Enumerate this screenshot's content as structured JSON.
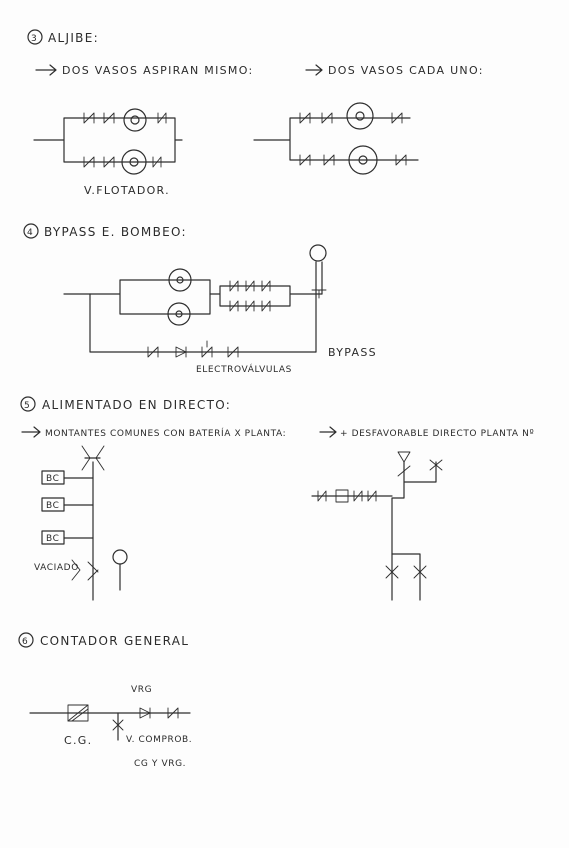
{
  "sections": [
    {
      "id": "aljibe",
      "number": "3",
      "title": "ALJIBE:",
      "left_caption": "DOS VASOS ASPIRAN MISMO:",
      "right_caption": "DOS VASOS CADA UNO:",
      "labels": {
        "float_valve": "V.FLOTADOR."
      }
    },
    {
      "id": "bypass",
      "number": "4",
      "title": "BYPASS E. BOMBEO:",
      "labels": {
        "bypass": "BYPASS",
        "solenoid": "ELECTROVÁLVULAS"
      }
    },
    {
      "id": "directo",
      "number": "5",
      "title": "ALIMENTADO EN DIRECTO:",
      "left_caption": "MONTANTES COMUNES CON BATERÍA X PLANTA:",
      "right_caption": "+ DESFAVORABLE DIRECTO PLANTA Nº",
      "labels": {
        "bc": "BC",
        "drain": "VACIADO"
      }
    },
    {
      "id": "contador",
      "number": "6",
      "title": "CONTADOR GENERAL",
      "labels": {
        "vrg": "VRG",
        "cg": "C.G.",
        "check": "V. COMPROB.",
        "cg_vrg": "CG Y VRG."
      }
    }
  ]
}
